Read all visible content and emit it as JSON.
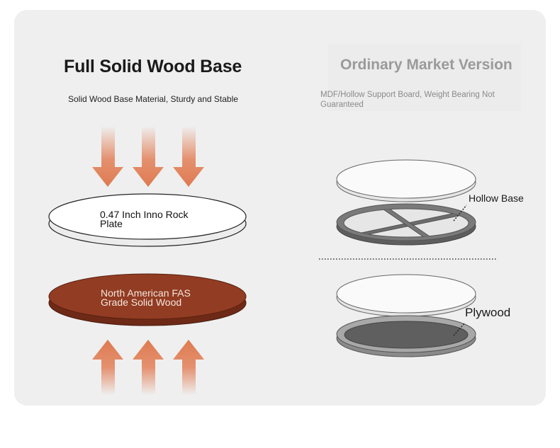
{
  "solid": {
    "title": "Full Solid Wood Base",
    "subtitle": "Solid Wood Base Material, Sturdy and Stable",
    "top_plate_label": "0.47 Inch Inno Rock Plate",
    "base_plate_label": "North American FAS Grade Solid Wood"
  },
  "ordinary": {
    "title": "Ordinary Market Version",
    "subtitle": "MDF/Hollow Support Board, Weight Bearing Not Guaranteed",
    "hollow_label": "Hollow Base",
    "plywood_label": "Plywood"
  },
  "colors": {
    "wood": "#8e3a22",
    "arrow": "#e07e55",
    "frame": "#707070",
    "plywood": "#5f5f5f"
  },
  "icons": [
    "arrow-down-icon",
    "arrow-up-icon"
  ]
}
